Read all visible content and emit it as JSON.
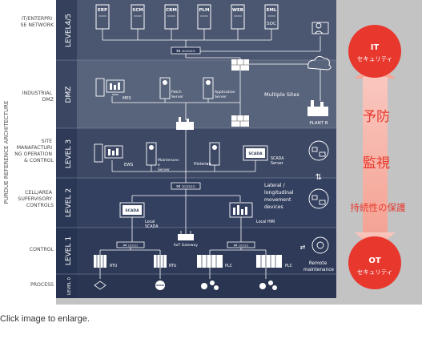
{
  "vertical_title": "PURDUE REFERENCE ARCHITECTURE",
  "levels": [
    {
      "id": "l45",
      "band_label": "LEVEL4/5",
      "side_label": [
        "IT/ENTERPRI",
        "SE NETWORK"
      ]
    },
    {
      "id": "dmz",
      "band_label": "DMZ",
      "side_label": [
        "INDUSTRIAL",
        "DMZ"
      ]
    },
    {
      "id": "l3",
      "band_label": "LEVEL 3",
      "side_label": [
        "SITE",
        "MANAFACTURI",
        "NG OPERATION",
        "& CONTROL"
      ]
    },
    {
      "id": "l2",
      "band_label": "LEVEL 2",
      "side_label": [
        "CELL/AREA",
        "SUPERVISORY",
        "CONTROLS"
      ]
    },
    {
      "id": "l1",
      "band_label": "LEVEL 1",
      "side_label": [
        "CONTROL"
      ]
    },
    {
      "id": "l0",
      "band_label": "LEVEL 0",
      "side_label": [
        "PROCESS"
      ]
    }
  ],
  "enterprise_servers": [
    "ERP",
    "SCM",
    "CRM",
    "PLM",
    "WEB",
    "EML"
  ],
  "soc_label": "SOC",
  "dmz_labels": {
    "mes": "MES",
    "patch": [
      "Patch",
      "Server"
    ],
    "app": [
      "Application",
      "Server"
    ],
    "multiple_sites": "Multiple Sites",
    "plant": "PLANT B"
  },
  "l3_labels": {
    "ews": "EWS",
    "maint": [
      "Maintenanc",
      "e",
      "Server"
    ],
    "historian": "Historian",
    "scada_screen": "SCADA",
    "scada_server": [
      "SCADA",
      "Server"
    ]
  },
  "l2_labels": {
    "local_scada_screen": "SCADA",
    "local_scada": [
      "Local",
      "SCADA"
    ],
    "lateral": [
      "Lateral /",
      "longitudinal",
      "movement",
      "devices"
    ],
    "local_hmi": "Local HMI"
  },
  "l1_labels": {
    "iiot": "IIoT Gateway",
    "rtu1": "RTU",
    "rtu2": "RTU",
    "plc1": "PLC",
    "plc2": "PLC",
    "remote": [
      "Remote",
      "maintenance"
    ]
  },
  "right_panel": {
    "it_badge": [
      "IT",
      "セキュリティ"
    ],
    "ot_badge": [
      "OT",
      "セキュリティ"
    ],
    "words": [
      "予防",
      "監視",
      "持続性の保護"
    ]
  },
  "colors": {
    "band_dark": "#2e3a55",
    "band_light": "#4b5670",
    "right_bg": "#c3c3c3",
    "red": "#e8372d",
    "arrow": "#f7b6ac"
  },
  "caption": "Click image to enlarge."
}
